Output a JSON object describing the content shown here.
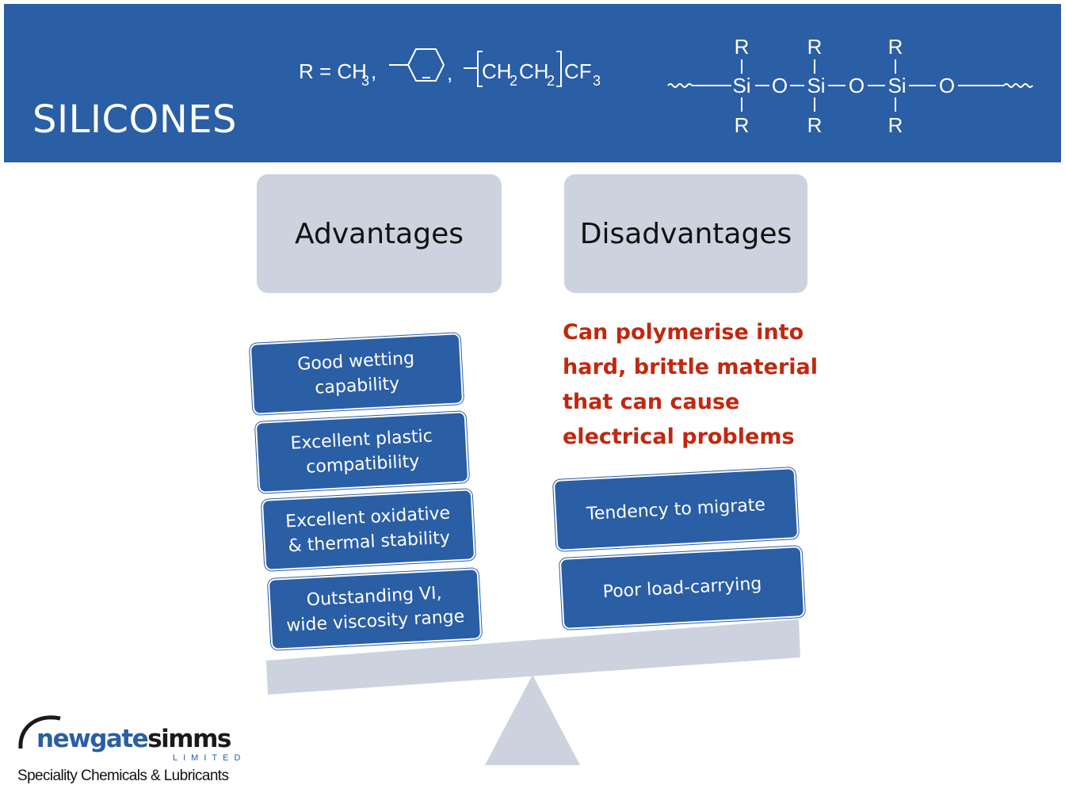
{
  "header": {
    "title": "SILICONES",
    "formula": {
      "r_prefix": "R = CH",
      "sub3": "3",
      "comma": ",",
      "ch2_a": "CH",
      "sub2": "2",
      "ch2_b": "CH",
      "cf": "CF",
      "chain_r": "R",
      "chain_si": "Si",
      "chain_o": "O"
    }
  },
  "columns": {
    "advantages": "Advantages",
    "disadvantages": "Disadvantages"
  },
  "advantages": [
    {
      "line1": "Good wetting",
      "line2": "capability"
    },
    {
      "line1": "Excellent plastic",
      "line2": "compatibility"
    },
    {
      "line1": "Excellent oxidative",
      "line2": "& thermal stability"
    },
    {
      "line1": "Outstanding VI,",
      "line2": "wide viscosity range"
    }
  ],
  "disadvantages": [
    {
      "line1": "Tendency to migrate"
    },
    {
      "line1": "Poor load-carrying"
    }
  ],
  "note": [
    "Can polymerise into",
    "hard, brittle material",
    "that can cause",
    "electrical problems"
  ],
  "logo": {
    "brand_part1": "newgate",
    "brand_part2": "simms",
    "limited": "LIMITED",
    "tagline": "Speciality Chemicals & Lubricants"
  },
  "colors": {
    "header_blue": "#2a5ea5",
    "panel_grey": "#ccd3df",
    "note_red": "#c0280f"
  }
}
